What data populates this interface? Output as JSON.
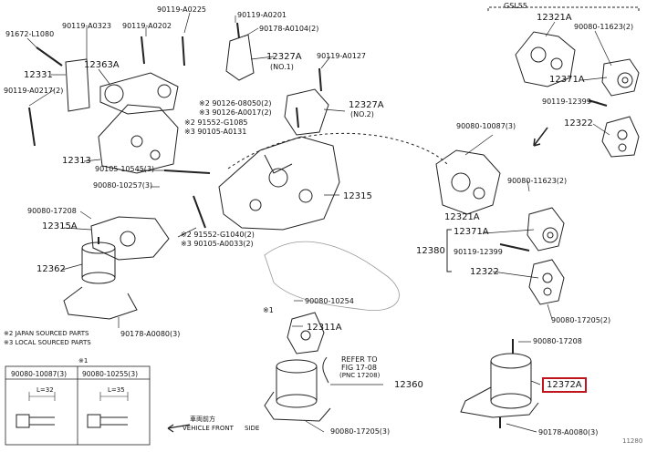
{
  "diagram": {
    "top_right_tag": "GSL55",
    "part_numbers": {
      "p12321a_top": "12321A",
      "p90080_11623_top": "90080-11623(2)",
      "p12371a_top": "12371A",
      "p90119_12399_top": "90119-12399",
      "p12322_top": "12322",
      "p90080_10087": "90080-10087(3)",
      "p90080_11623_mid": "90080-11623(2)",
      "p12321a_mid": "12321A",
      "p12371a_mid": "12371A",
      "p12380": "12380",
      "p90119_12399_mid": "90119-12399",
      "p12322_mid": "12322",
      "p90080_17205_mid": "90080-17205(2)",
      "p90080_17208": "90080-17208",
      "p12372a": "12372A",
      "p90178_a0080_right": "90178-A0080(3)",
      "p90119_a0225": "90119-A0225",
      "p90119_a0201": "90119-A0201",
      "p90178_a0104": "90178-A0104(2)",
      "p91672_l1080": "91672-L1080",
      "p90119_a0323": "90119-A0323",
      "p90119_a0202": "90119-A0202",
      "p12331": "12331",
      "p12363a": "12363A",
      "p12327a_no1": "12327A",
      "no1": "(NO.1)",
      "p90119_a0217": "90119-A0217(2)",
      "p90119_a0127": "90119-A0127",
      "p90126_08050": "※2 90126-08050(2)",
      "p90126_a0017": "※3 90126-A0017(2)",
      "p12327a_no2": "12327A",
      "no2": "(NO.2)",
      "p91552_g1085": "※2 91552-G1085",
      "p90105_a0131": "※3 90105-A0131",
      "p12313": "12313",
      "p90105_10545": "90105-10545(3)",
      "p12315": "12315",
      "p90080_10257": "90080-10257(3)",
      "p90080_17208_left": "90080-17208",
      "p12315a": "12315A",
      "p91552_g1040": "※2 91552-G1040(2)",
      "p90105_a0033": "※3 90105-A0033(2)",
      "p12362": "12362",
      "p90178_a0080_left": "90178-A0080(3)",
      "star1_mark": "※1",
      "p90080_10254": "90080-10254",
      "p12311a": "12311A",
      "p12360": "12360",
      "p90080_17205_bottom": "90080-17205(3)"
    },
    "notes": {
      "japan": "※2 JAPAN SOURCED PARTS",
      "local": "※3 LOCAL SOURCED PARTS"
    },
    "refer": {
      "line1": "REFER TO",
      "line2": "FIG 17-08",
      "line3": "(PNC 17208)"
    },
    "bolt_table": {
      "mark": "※1",
      "left_part": "90080-10087(3)",
      "right_part": "90080-10255(3)",
      "left_length": "L=32",
      "right_length": "L=35"
    },
    "direction": {
      "label": "VEHICLE FRONT",
      "label_jp": "車両前方",
      "suffix": "SIDE"
    },
    "figure_code": "11280"
  }
}
